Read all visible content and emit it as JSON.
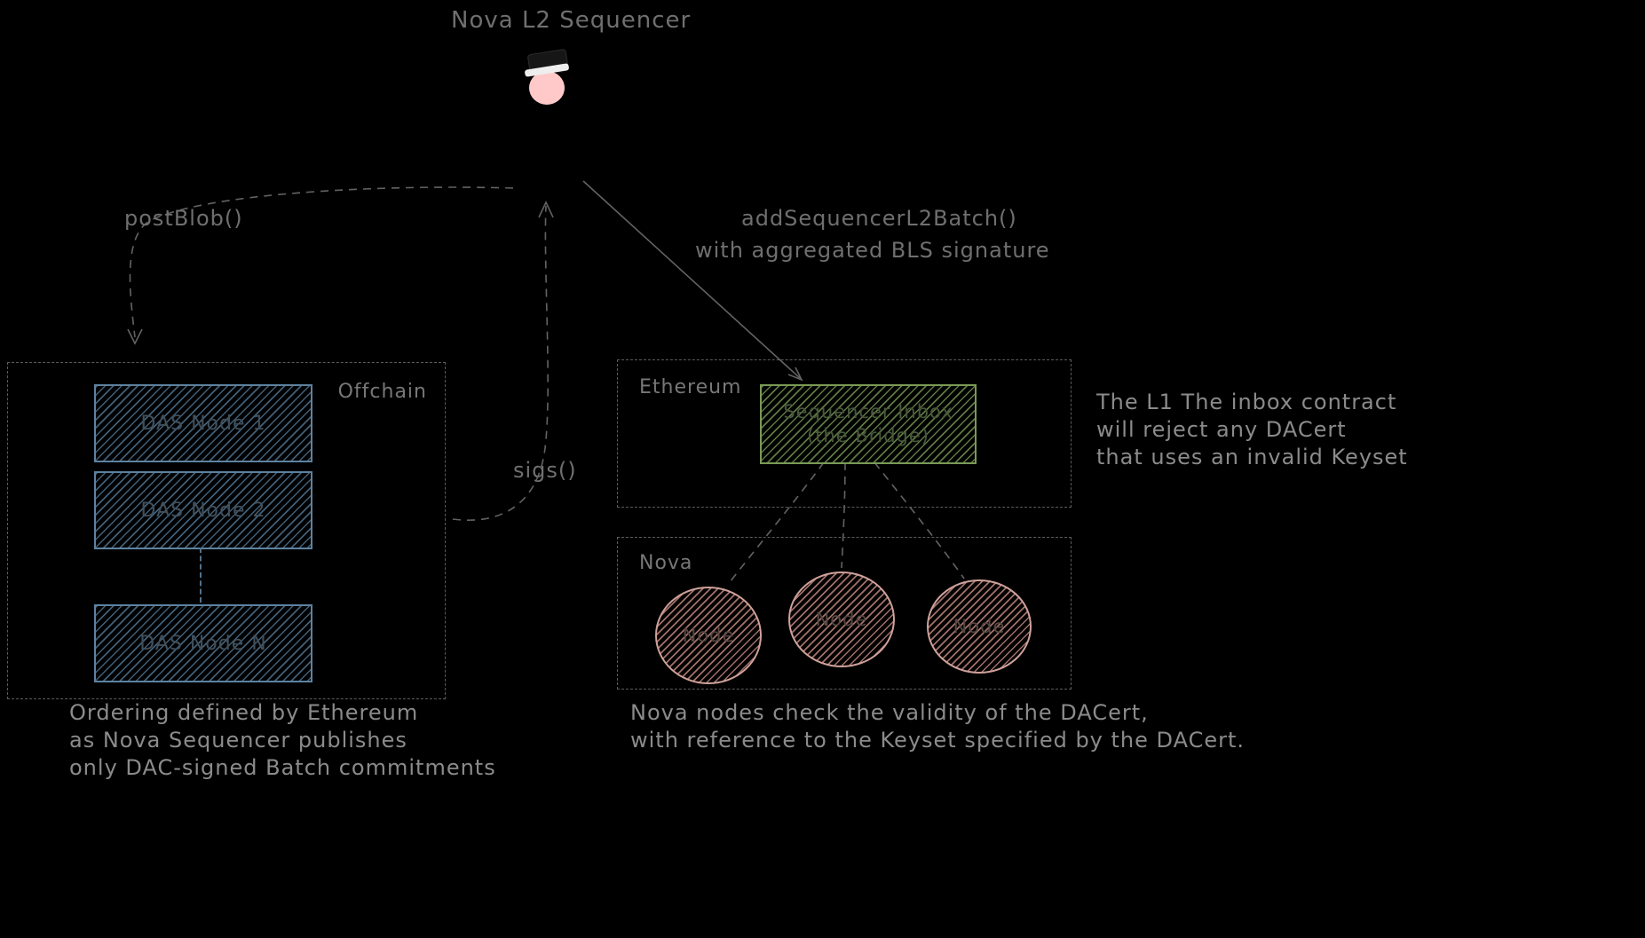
{
  "diagram": {
    "title": "Nova L2 Sequencer",
    "labels": {
      "post_blob": "postBlob()",
      "sigs": "sigs()",
      "add_batch_1": "addSequencerL2Batch()",
      "add_batch_2": "with aggregated BLS signature"
    },
    "offchain": {
      "label": "Offchain",
      "nodes": [
        "DAS Node 1",
        "DAS Node 2",
        "DAS Node N"
      ]
    },
    "ethereum": {
      "label": "Ethereum",
      "inbox": {
        "line1": "Sequencer Inbox",
        "line2": "(the Bridge)"
      }
    },
    "nova": {
      "label": "Nova",
      "nodes": [
        "Node",
        "Node",
        "Node"
      ]
    },
    "notes": {
      "inbox": [
        "The L1 The inbox contract",
        "will reject any DACert",
        "that uses an invalid Keyset"
      ],
      "ordering": [
        "Ordering defined by Ethereum",
        "as Nova Sequencer publishes",
        "only DAC-signed Batch commitments"
      ],
      "nova": [
        "Nova nodes check the validity of the DACert,",
        "with reference to the Keyset specified by the DACert."
      ]
    },
    "colors": {
      "background": "#000000",
      "label_text": "#6f6f6f",
      "note_text": "#8b8b8b",
      "das_box": "#5d82a0",
      "inbox_box": "#7a9a55",
      "node_ellipse": "#cfa19a",
      "person_head": "#ffc9c9"
    }
  }
}
